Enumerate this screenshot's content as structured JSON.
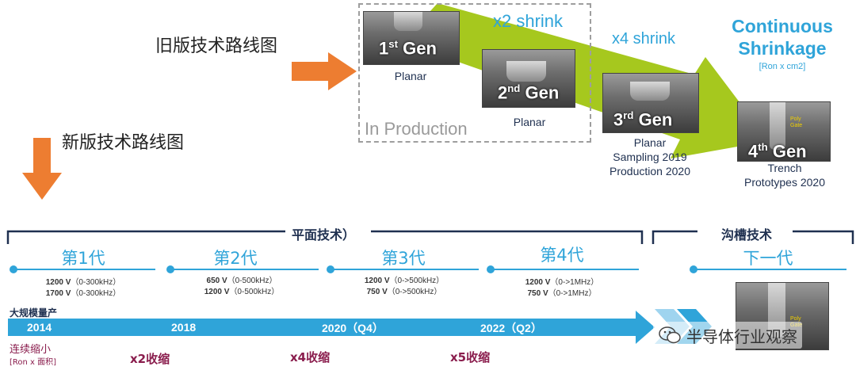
{
  "old_roadmap": {
    "title": "旧版技术路线图",
    "in_production": "In Production",
    "shrink_x2": "x2 shrink",
    "shrink_x4": "x4 shrink",
    "continuous_line1": "Continuous",
    "continuous_line2": "Shrinkage",
    "continuous_unit": "[Ron x cm2]",
    "gens": [
      {
        "num": "1",
        "sup": "st",
        "word": "Gen",
        "caption": "Planar"
      },
      {
        "num": "2",
        "sup": "nd",
        "word": "Gen",
        "caption": "Planar"
      },
      {
        "num": "3",
        "sup": "rd",
        "word": "Gen",
        "caption_l1": "Planar",
        "caption_l2": "Sampling 2019",
        "caption_l3": "Production 2020"
      },
      {
        "num": "4",
        "sup": "th",
        "word": "Gen",
        "caption_l1": "Trench",
        "caption_l2": "Prototypes 2020",
        "image_text": "Poly Gate"
      }
    ]
  },
  "new_roadmap": {
    "title": "新版技术路线图",
    "planar_group": "平面技术）",
    "trench_group": "沟槽技术",
    "generations": [
      {
        "label": "第1代",
        "spec1_v": "1200 V",
        "spec1_f": "（0-300kHz）",
        "spec2_v": "1700 V",
        "spec2_f": "（0-300kHz）"
      },
      {
        "label": "第2代",
        "spec1_v": "650 V",
        "spec1_f": "（0-500kHz）",
        "spec2_v": "1200 V",
        "spec2_f": "（0-500kHz）"
      },
      {
        "label": "第3代",
        "spec1_v": "1200 V",
        "spec1_f": "（0->500kHz）",
        "spec2_v": "750 V",
        "spec2_f": "（0->500kHz）"
      },
      {
        "label": "第4代",
        "spec1_v": "1200 V",
        "spec1_f": "（0->1MHz）",
        "spec2_v": "750 V",
        "spec2_f": "（0->1MHz）"
      },
      {
        "label": "下一代"
      }
    ],
    "mass_production": "大规模量产",
    "years": [
      "2014",
      "2018",
      "2020（Q4）",
      "2022（Q2）"
    ],
    "continuous_shrink": "连续缩小",
    "continuous_unit": "[Ron x 面积]",
    "shrinks": [
      "x2收缩",
      "x4收缩",
      "x5收缩"
    ],
    "image_text": "Poly Gate"
  },
  "watermark": "半导体行业观察",
  "colors": {
    "orange": "#ed7d31",
    "blue": "#2fa4d9",
    "navy": "#1f3050",
    "green": "#a6c81e",
    "maroon": "#8a1d4d"
  }
}
